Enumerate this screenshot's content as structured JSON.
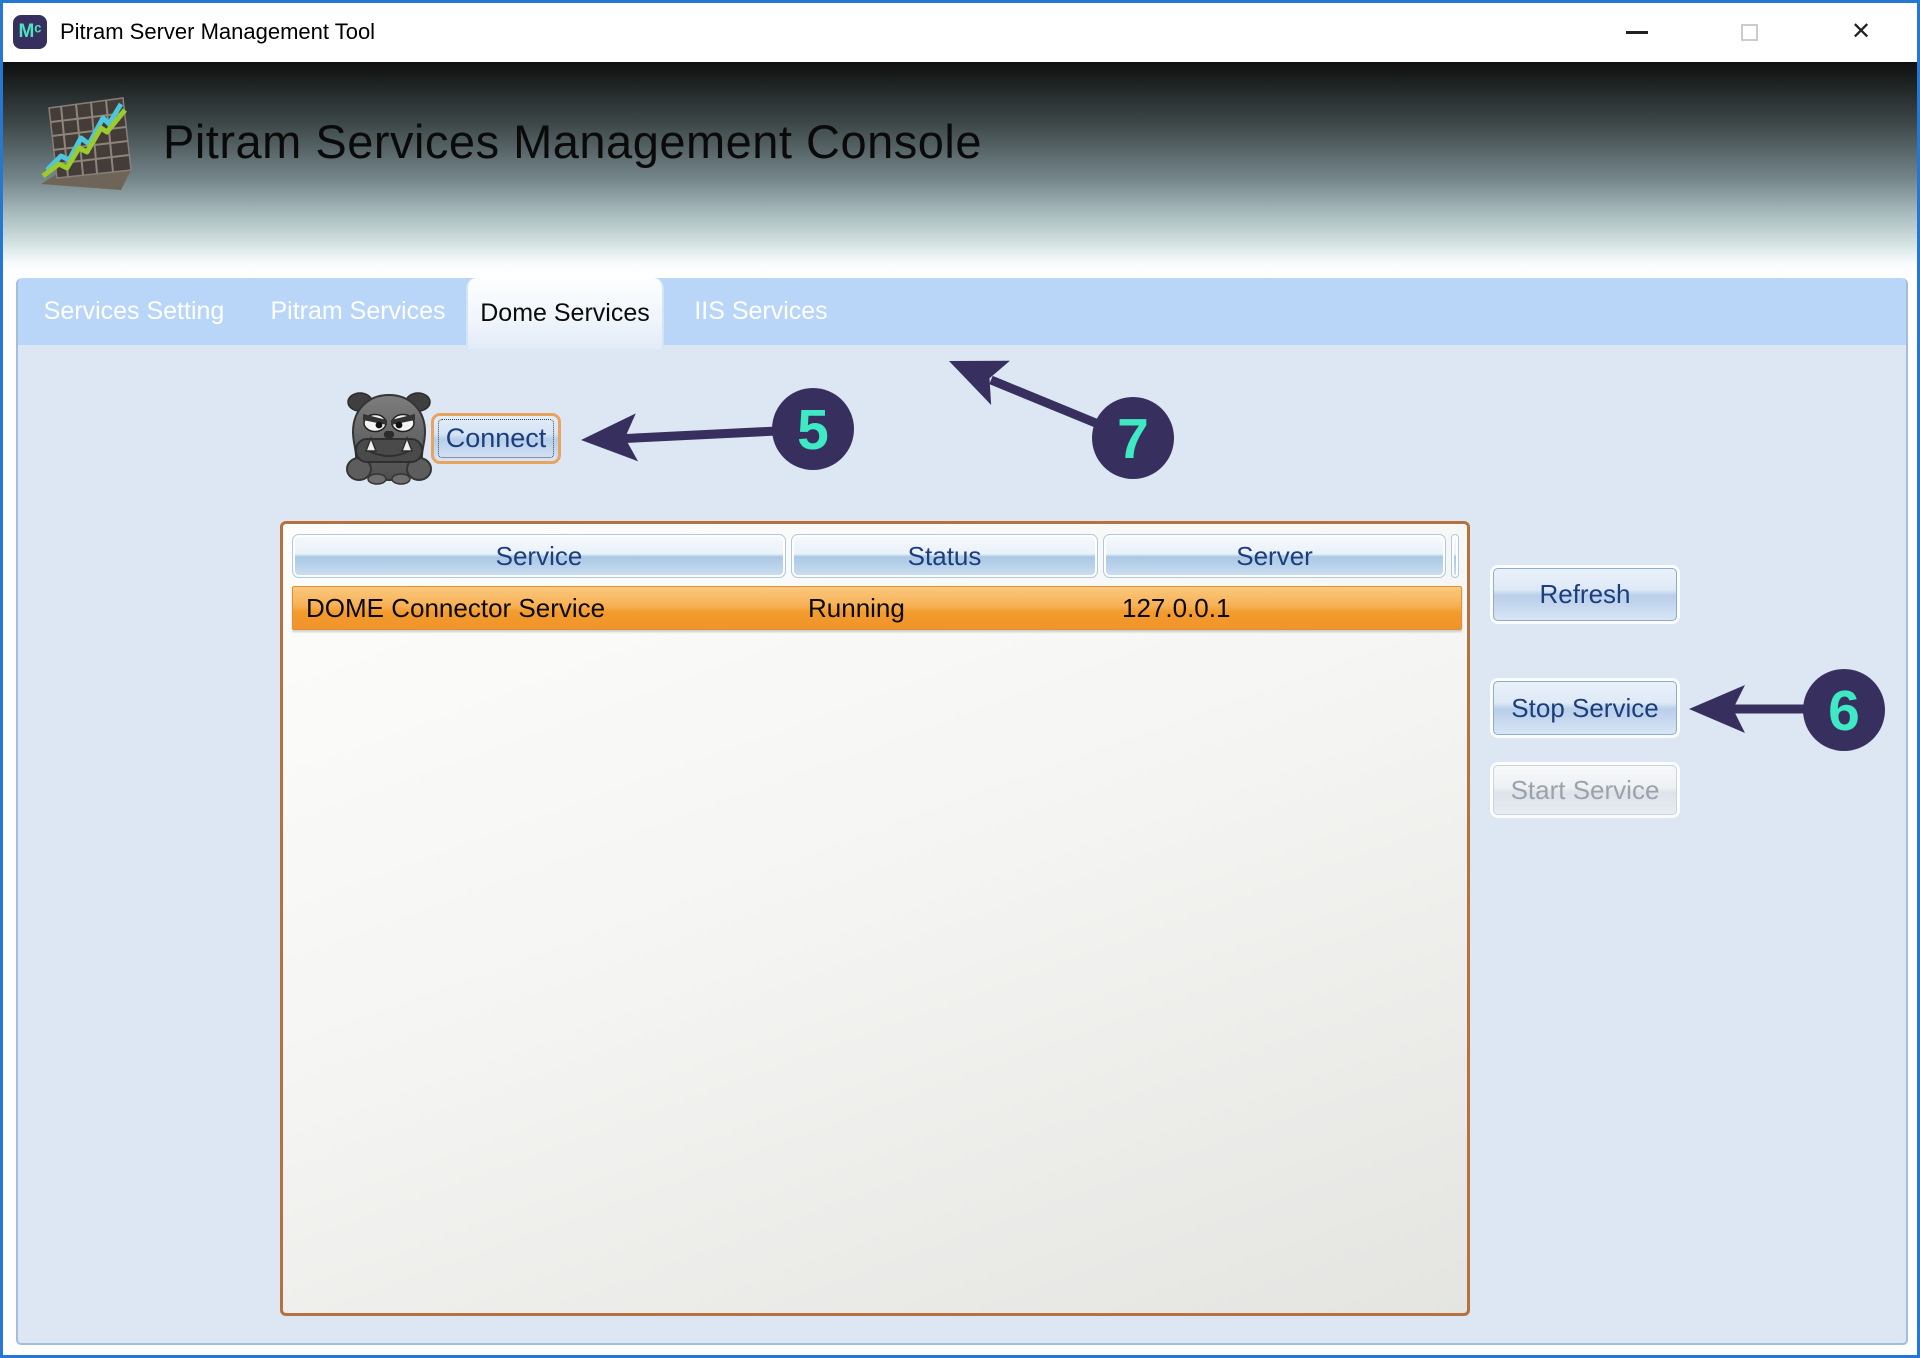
{
  "window": {
    "title": "Pitram Server Management Tool",
    "app_icon_text": "Mᶜ",
    "close_glyph": "✕",
    "icons": {
      "minimize": "minimize-icon",
      "maximize": "maximize-icon",
      "close": "close-icon"
    }
  },
  "banner": {
    "title": "Pitram Services Management Console",
    "icon": "line-chart-icon"
  },
  "tabs": [
    {
      "label": "Services Setting",
      "active": false
    },
    {
      "label": "Pitram Services",
      "active": false
    },
    {
      "label": "Dome Services",
      "active": true
    },
    {
      "label": "IIS Services",
      "active": false
    }
  ],
  "dome": {
    "mascot_icon": "bulldog-icon",
    "connect_label": "Connect",
    "table": {
      "columns": [
        "Service",
        "Status",
        "Server"
      ],
      "rows": [
        {
          "service": "DOME Connector Service",
          "status": "Running",
          "server": "127.0.0.1",
          "selected": true
        }
      ]
    },
    "actions": {
      "refresh": "Refresh",
      "stop": "Stop Service",
      "start": "Start Service",
      "start_enabled": false
    }
  },
  "annotations": {
    "step5": "5",
    "step6": "6",
    "step7": "7",
    "circle_color": "#37305f",
    "number_color": "#3fe9c4"
  }
}
